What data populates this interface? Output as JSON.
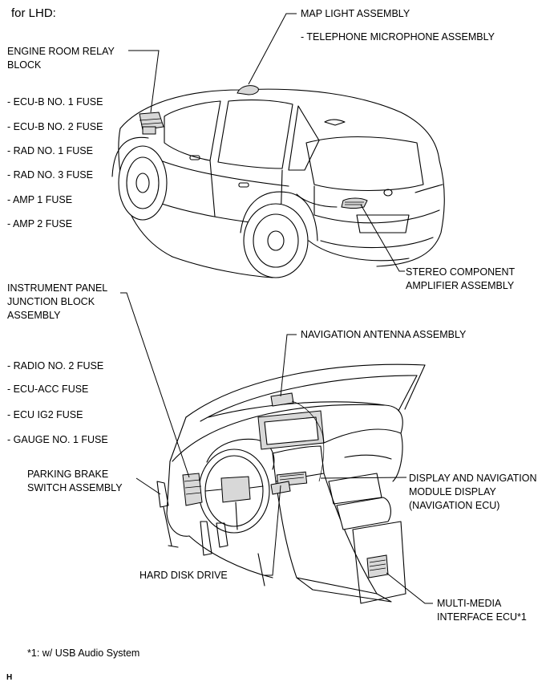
{
  "header": "for LHD:",
  "top_labels": {
    "map_light": "MAP LIGHT ASSEMBLY",
    "telephone_mic": "- TELEPHONE MICROPHONE ASSEMBLY",
    "relay_block_1": "ENGINE ROOM RELAY",
    "relay_block_2": "BLOCK",
    "fuses": [
      "- ECU-B NO. 1 FUSE",
      "- ECU-B NO. 2 FUSE",
      "- RAD NO. 1 FUSE",
      "- RAD NO. 3 FUSE",
      "- AMP 1 FUSE",
      "- AMP 2 FUSE"
    ],
    "amplifier_1": "STEREO COMPONENT",
    "amplifier_2": "AMPLIFIER ASSEMBLY"
  },
  "bottom_labels": {
    "junction_1": "INSTRUMENT PANEL",
    "junction_2": "JUNCTION BLOCK",
    "junction_3": "ASSEMBLY",
    "nav_antenna": "NAVIGATION ANTENNA ASSEMBLY",
    "fuses": [
      "- RADIO NO. 2 FUSE",
      "- ECU-ACC FUSE",
      "- ECU IG2 FUSE",
      "- GAUGE NO. 1 FUSE"
    ],
    "parking_1": "PARKING BRAKE",
    "parking_2": "SWITCH ASSEMBLY",
    "display_1": "DISPLAY AND NAVIGATION",
    "display_2": "MODULE DISPLAY",
    "display_3": "(NAVIGATION ECU)",
    "hdd": "HARD DISK DRIVE",
    "mmi_1": "MULTI-MEDIA",
    "mmi_2": "INTERFACE ECU*1"
  },
  "footnote": "*1: w/ USB Audio System",
  "corner_mark": "H"
}
